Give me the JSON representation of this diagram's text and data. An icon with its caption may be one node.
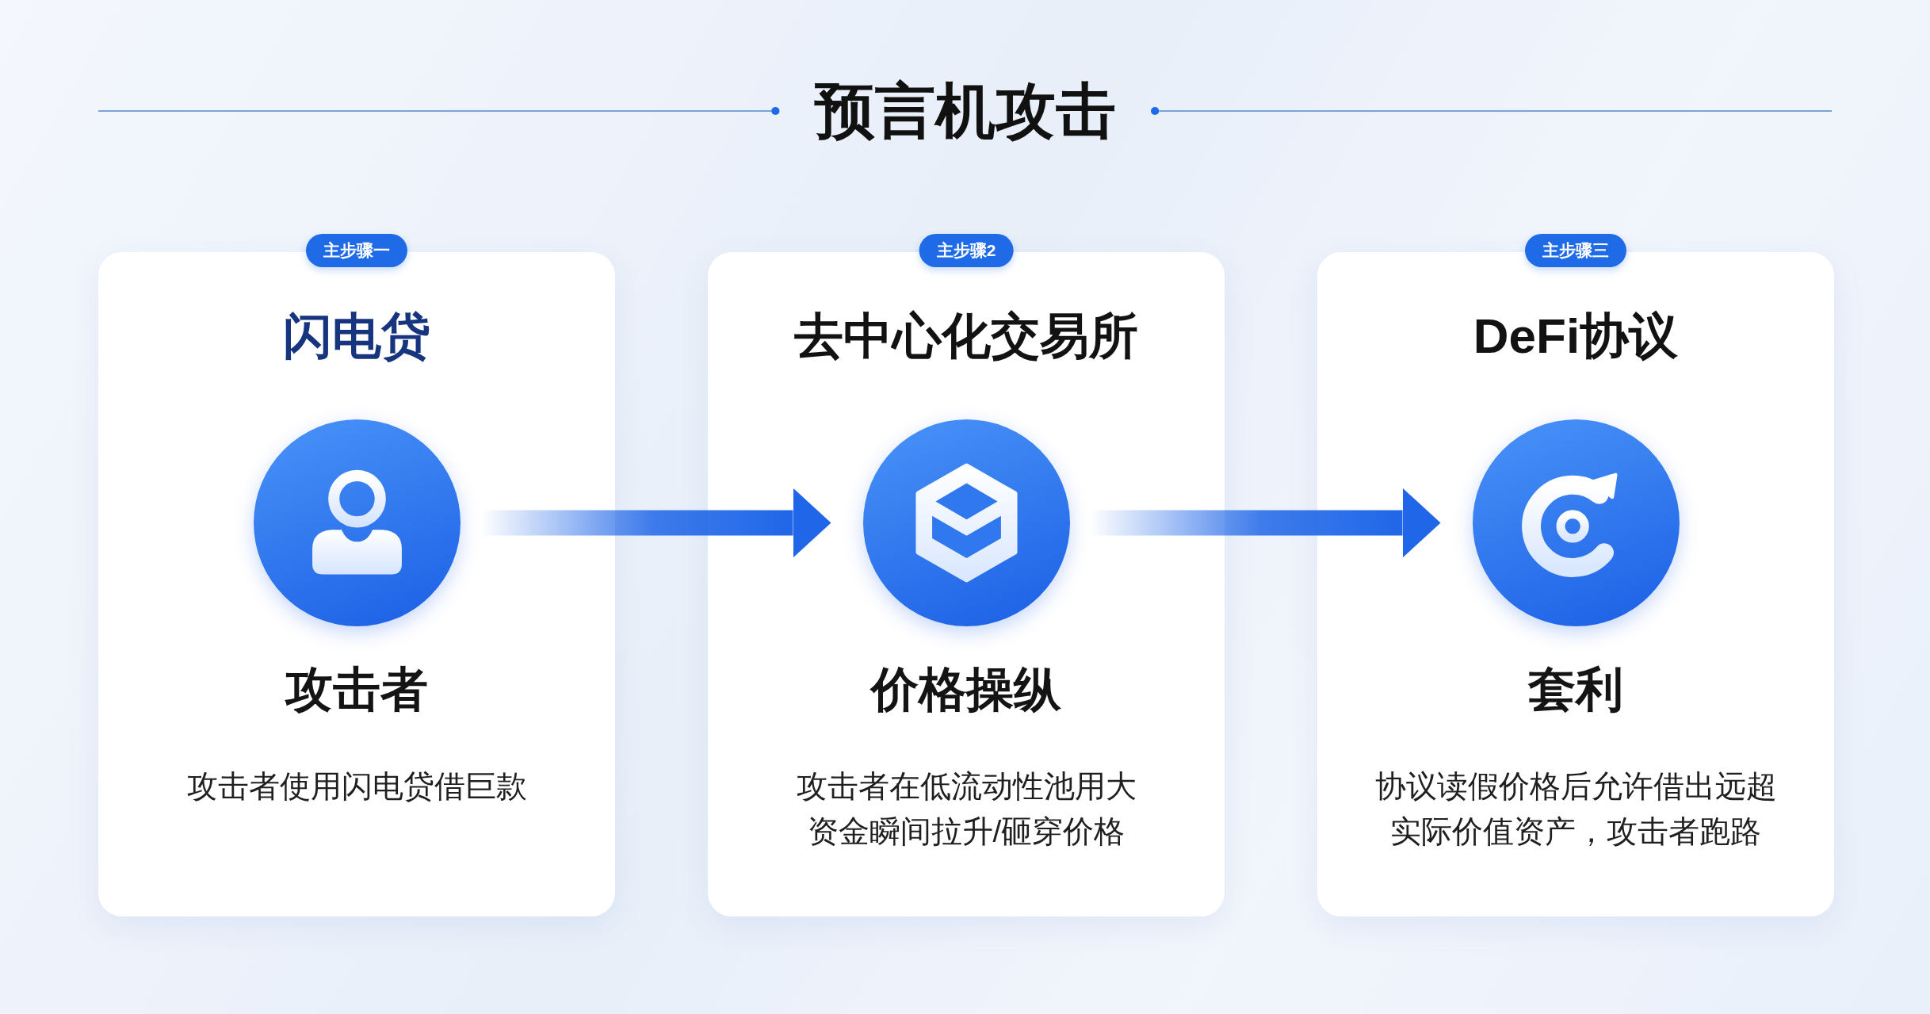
{
  "diagram": {
    "title": "预言机攻击",
    "nodes": [
      {
        "text": [
          "主步骤一"
        ]
      },
      {
        "text": [
          "闪电贷",
          "攻击者",
          "攻击者使用闪电贷借巨款"
        ]
      },
      {
        "text": [],
        "shape": "circle",
        "in": 1
      },
      {
        "text": [
          "主步骤2"
        ]
      },
      {
        "text": [
          "去中心化交易所",
          "价格操纵",
          "攻击者在低流动性池用大资金瞬间拉升/砸穿价格"
        ]
      },
      {
        "text": [],
        "shape": "circle",
        "in": 4
      },
      {
        "text": [
          "主步骤三"
        ]
      },
      {
        "text": [
          "DeFi协议",
          "套利",
          "协议读假价格后允许借出远超实际价值资产，攻击者跑路"
        ]
      },
      {
        "text": [],
        "shape": "circle",
        "in": 7
      }
    ],
    "edges": [
      {
        "from": 2,
        "to": 5,
        "arrow": "to"
      },
      {
        "from": 5,
        "to": 8,
        "arrow": "to"
      }
    ]
  }
}
